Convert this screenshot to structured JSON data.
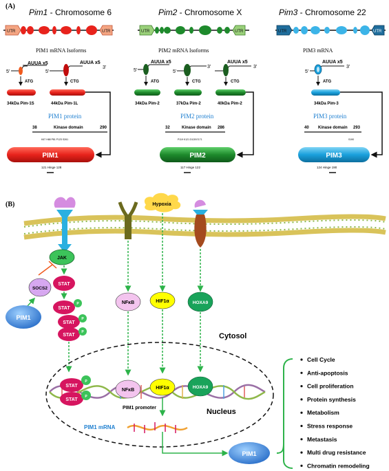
{
  "panel_a": {
    "label": "(A)",
    "genes": [
      {
        "name": "Pim1",
        "chromosome": " - Chromosome 6",
        "utr_left": "UTR",
        "utr_right": "UTR",
        "mrna_title": "PIM1 mRNA Isoforms",
        "isoforms": [
          {
            "five": "5'",
            "three": "",
            "motif": "AUUA x5",
            "codon": "ATG",
            "product": "34kDa Pim-1S"
          },
          {
            "five": "5'",
            "three": "3'",
            "motif": "AUUA x5",
            "codon": "CTG",
            "product": "44kDa Pim-1L"
          }
        ],
        "protein_title": "PIM1 protein",
        "domain_start": "38",
        "domain_label": "Kinase domain",
        "domain_end": "290",
        "sites": "K67 H68 P81   P123   S261",
        "protein": "PIM1",
        "hinge": "121 Hinge 128",
        "color": "#e8231c"
      },
      {
        "name": "Pim2",
        "chromosome": " - Chromosome X",
        "utr_left": "UTR",
        "utr_right": "UTR",
        "mrna_title": "PIM2 mRNA Isoforms",
        "isoforms": [
          {
            "five": "5'",
            "three": "",
            "motif": "AUUA x5",
            "codon": "ATG",
            "product": "34kDa Pim-2"
          },
          {
            "five": "5'",
            "three": "3'",
            "motif": "",
            "codon": "CTG",
            "product": "37kDa Pim-2"
          },
          {
            "five": "",
            "three": "3'",
            "motif": "AUUA x5",
            "codon": "CTG",
            "product": "40kDa Pim-2"
          }
        ],
        "protein_title": "PIM2 protein",
        "domain_start": "32",
        "domain_label": "Kinase domain",
        "domain_end": "286",
        "sites": "P119  K121  D128  E171",
        "protein": "PIM2",
        "hinge": "117 Hinge 122",
        "color": "#1e8a2c"
      },
      {
        "name": "Pim3",
        "chromosome": " - Chromosome 22",
        "utr_left": "UTR",
        "utr_right": "UTR",
        "mrna_title": "PIM3 mRNA",
        "isoforms": [
          {
            "five": "5'",
            "three": "3'",
            "motif": "AUUA x5",
            "codon": "ATG",
            "product": "34kDa Pim-3"
          }
        ],
        "protein_title": "PIM3 protein",
        "domain_start": "40",
        "domain_label": "Kinase domain",
        "domain_end": "293",
        "sites": "S190",
        "protein": "PIM3",
        "hinge": "124 Hinge 190",
        "color": "#1aa0dc"
      }
    ]
  },
  "panel_b": {
    "label": "(B)",
    "hypoxia": "Hypoxia",
    "jak": "JAK",
    "stat": "STAT",
    "p": "P",
    "socs2": "SOCS2",
    "pim1_left": "PIM1",
    "nfkb": "NFκB",
    "hif": "HIF1α",
    "hoxa9": "HOXA9",
    "cytosol": "Cytosol",
    "nucleus": "Nucleus",
    "promoter": "PIM1 promoter",
    "mrna": "PIM1 mRNA",
    "pim1_out": "PIM1",
    "functions": [
      "Cell Cycle",
      "Anti-apoptosis",
      "Cell proliferation",
      "Protein synthesis",
      "Metabolism",
      "Stress response",
      "Metastasis",
      "Multi drug resistance",
      "Chromatin remodeling"
    ],
    "colors": {
      "arrow": "#2db34a",
      "stat": "#d6155f",
      "jak": "#3cc35a",
      "hif": "#ffff00",
      "hoxa": "#19a35a",
      "nfkb": "#f3c4ee",
      "socs": "#d7a8f0",
      "pim": "#2a8fd6"
    }
  }
}
